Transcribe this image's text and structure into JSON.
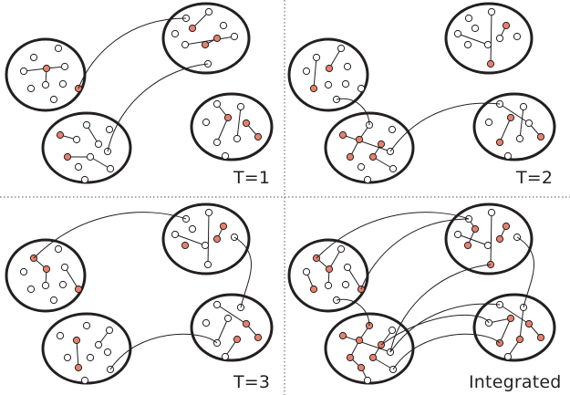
{
  "panels": [
    {
      "id": "p1",
      "label": "T=1"
    },
    {
      "id": "p2",
      "label": "T=2"
    },
    {
      "id": "p3",
      "label": "T=3"
    },
    {
      "id": "p4",
      "label": "Integrated"
    }
  ],
  "colors": {
    "ellipse_stroke": "#231f20",
    "node_fill": "#ffffff",
    "highlight_fill": "#e8816b",
    "edge": "#231f20",
    "divider": "#555555"
  }
}
